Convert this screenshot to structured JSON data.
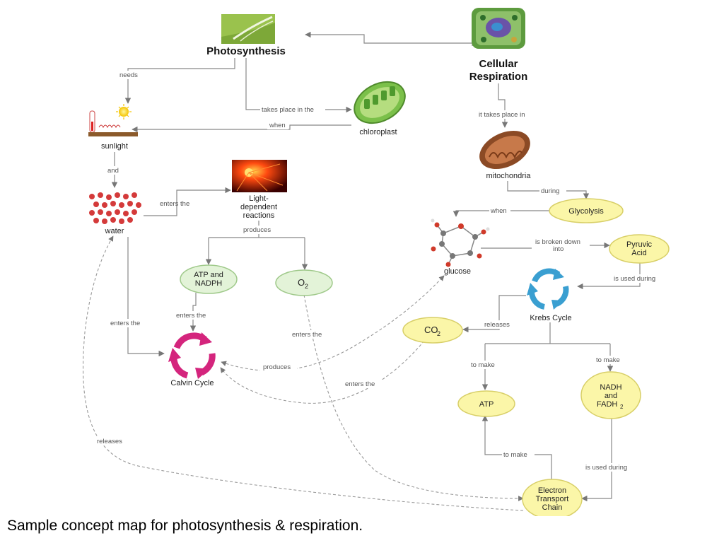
{
  "titles": {
    "photosynthesis": "Photosynthesis",
    "cellular_respiration_1": "Cellular",
    "cellular_respiration_2": "Respiration"
  },
  "nodes": {
    "sunlight": "sunlight",
    "chloroplast": "chloroplast",
    "water": "water",
    "light_dependent_1": "Light-",
    "light_dependent_2": "dependent",
    "light_dependent_3": "reactions",
    "atp_nadph_1": "ATP and",
    "atp_nadph_2": "NADPH",
    "o2": "O",
    "o2_sub": "2",
    "calvin_cycle": "Calvin Cycle",
    "mitochondria": "mitochondria",
    "glycolysis": "Glycolysis",
    "glucose": "glucose",
    "pyruvic_1": "Pyruvic",
    "pyruvic_2": "Acid",
    "krebs_cycle": "Krebs Cycle",
    "co2": "CO",
    "co2_sub": "2",
    "atp": "ATP",
    "nadh_1": "NADH",
    "nadh_2": "and",
    "nadh_3": "FADH",
    "nadh_sub": "2",
    "etc_1": "Electron",
    "etc_2": "Transport",
    "etc_3": "Chain"
  },
  "links": {
    "needs": "needs",
    "takes_place_in_the": "takes place in the",
    "when_sunlight": "when",
    "and": "and",
    "enters_the_light": "enters the",
    "produces_atp_o2": "produces",
    "enters_the_calvin_atp": "enters the",
    "enters_the_calvin_water": "enters the",
    "enters_the_o2": "enters the",
    "produces_glucose": "produces",
    "enters_the_co2": "enters the",
    "releases_water": "releases",
    "it_takes_place_in": "it takes place in",
    "during": "during",
    "when_glucose": "when",
    "is_broken_down_1": "is broken down",
    "is_broken_down_2": "into",
    "is_used_during_krebs": "is used during",
    "releases_co2": "releases",
    "to_make_atp": "to make",
    "to_make_nadh": "to make",
    "to_make_etc": "to make",
    "is_used_during_etc": "is used during"
  },
  "caption": "Sample concept map for photosynthesis & respiration.",
  "colors": {
    "green_node_fill": "#e3f3d8",
    "green_node_stroke": "#9fc98a",
    "yellow_node_fill": "#fbf6a8",
    "yellow_node_stroke": "#d8cf68",
    "line": "#888888",
    "calvin_magenta": "#d4257d",
    "krebs_blue": "#3a9fd1"
  },
  "icons": [
    "leaf-icon",
    "plant-cell-icon",
    "sun-thermometer-icon",
    "chloroplast-icon",
    "water-drops-icon",
    "light-burst-icon",
    "calvin-cycle-icon",
    "mitochondria-icon",
    "glucose-molecule-icon",
    "krebs-cycle-icon"
  ]
}
